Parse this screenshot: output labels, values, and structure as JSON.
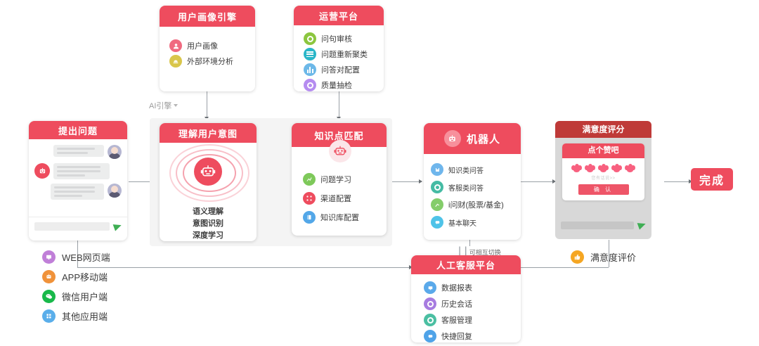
{
  "diagram": {
    "ai_engine_label": "AI引擎",
    "switch_note": "可相互切换"
  },
  "cards": {
    "user_profile_engine": {
      "title": "用户画像引擎",
      "items": [
        {
          "label": "用户画像",
          "icon": "user-icon",
          "color": "#f06a80"
        },
        {
          "label": "外部环境分析",
          "icon": "cloud-icon",
          "color": "#d9c64b"
        }
      ]
    },
    "operations_platform": {
      "title": "运营平台",
      "items": [
        {
          "label": "问句审核",
          "icon": "shield-check-icon",
          "color": "#8cc63f"
        },
        {
          "label": "问题重新聚类",
          "icon": "list-icon",
          "color": "#29b6c8"
        },
        {
          "label": "问答对配置",
          "icon": "bars-icon",
          "color": "#6cb8e8"
        },
        {
          "label": "质量抽检",
          "icon": "target-icon",
          "color": "#b58cf0"
        }
      ]
    },
    "ask_question": {
      "title": "提出问题"
    },
    "understand_intent": {
      "title": "理解用户意图",
      "keywords": [
        "语义理解",
        "意图识别",
        "深度学习"
      ]
    },
    "knowledge_match": {
      "title": "知识点匹配",
      "items": [
        {
          "label": "问题学习",
          "icon": "chart-up-icon",
          "color": "#7ec95a"
        },
        {
          "label": "渠道配置",
          "icon": "share-icon",
          "color": "#ee4c5e"
        },
        {
          "label": "知识库配置",
          "icon": "book-icon",
          "color": "#53a7e8"
        }
      ]
    },
    "robot": {
      "title": "机器人",
      "icon": "robot-icon",
      "items": [
        {
          "label": "知识类问答",
          "icon": "save-icon",
          "color": "#6fb6ec"
        },
        {
          "label": "客服类问答",
          "icon": "headset-icon",
          "color": "#45bba4"
        },
        {
          "label": "i问财(股票/基金)",
          "icon": "trend-icon",
          "color": "#84cd6a"
        },
        {
          "label": "基本聊天",
          "icon": "chat-icon",
          "color": "#4fc3e8"
        }
      ]
    },
    "satisfaction": {
      "title": "满意度评分",
      "inner_title": "点个赞吧",
      "stars": 5,
      "sub_text": "您有话说>>",
      "confirm_label": "确 认"
    },
    "human_service": {
      "title": "人工客服平台",
      "items": [
        {
          "label": "数据报表",
          "icon": "report-icon",
          "color": "#5aa9ea"
        },
        {
          "label": "历史会话",
          "icon": "history-icon",
          "color": "#a77ce0"
        },
        {
          "label": "客服管理",
          "icon": "agent-icon",
          "color": "#4bbfa2"
        },
        {
          "label": "快捷回复",
          "icon": "reply-icon",
          "color": "#4fa3e8"
        }
      ]
    },
    "finish": {
      "label": "完成"
    }
  },
  "legend_channels": [
    {
      "label": "WEB网页端",
      "icon": "monitor-icon",
      "color": "#c07fd8"
    },
    {
      "label": "APP移动端",
      "icon": "app-robot-icon",
      "color": "#f0923a"
    },
    {
      "label": "微信用户端",
      "icon": "wechat-icon",
      "color": "#18b94a"
    },
    {
      "label": "其他应用端",
      "icon": "grid-icon",
      "color": "#5aaeea"
    }
  ],
  "legend_satisfaction": {
    "label": "满意度评价",
    "icon": "thumbs-up-icon",
    "color": "#f5a623"
  }
}
